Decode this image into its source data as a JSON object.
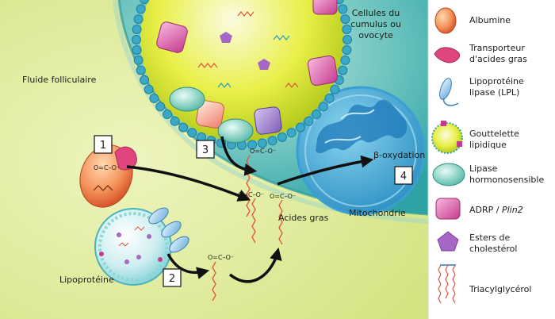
{
  "labels": {
    "cell": "Cellules du",
    "cell2": "cumulus ou",
    "cell3": "ovocyte",
    "fluid": "Fluide folliculaire",
    "beta_ox": "β-oxydation",
    "fatty_acids": "Acides gras",
    "mito": "Mitochondrie",
    "lipoprotein": "Lipoprotéine",
    "carboxylate": "O=C–O⁻"
  },
  "steps": [
    "1",
    "2",
    "3",
    "4"
  ],
  "legend": [
    {
      "text": "Albumine"
    },
    {
      "text": "Transporteur",
      "text2": "d'acides gras"
    },
    {
      "text": "Lipoprotéine",
      "text2": "lipase (LPL)"
    },
    {
      "text": "Gouttelette",
      "text2": "lipidique"
    },
    {
      "text": "Lipase",
      "text2": "hormonosensible"
    },
    {
      "text": "ADRP / ",
      "italic": "Plin2"
    },
    {
      "text": "Esters de",
      "text2": "cholestérol"
    },
    {
      "text": "Triacylglycérol"
    }
  ]
}
